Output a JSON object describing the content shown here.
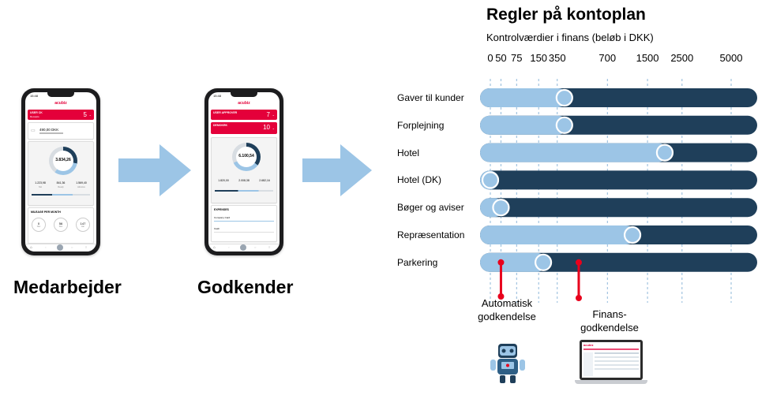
{
  "left_flow": {
    "employee_label": "Medarbejder",
    "approver_label": "Godkender"
  },
  "phone_employee": {
    "status_time": "15:48",
    "brand": "acubiz",
    "bar_title": "USER CK",
    "bar_sub": "Receipts",
    "bar_count": "5",
    "amount": "490,00 DKK",
    "donut_value": "3.834,26",
    "stat_values": [
      "1.223,98",
      "841,36",
      "1.569,40"
    ],
    "stat_labels": [
      "Not",
      "Ready",
      "Advance"
    ],
    "mileage_title": "MILEAGE PER MONTH",
    "circles": [
      "0",
      "56",
      "147"
    ],
    "circle_labels": [
      "Nov",
      "Dec",
      "Jan"
    ]
  },
  "phone_approver": {
    "status_time": "15:48",
    "brand": "acubiz",
    "bar1_title": "USER APPROVER",
    "bar1_count": "7",
    "bar2_title": "DEMOKRK",
    "bar2_count": "10",
    "donut_value": "6.100,54",
    "stat_values": [
      "1.820,00",
      "2.008,38",
      "2.682,16"
    ],
    "expenses_title": "EXPENSES",
    "expense_rows": [
      "Company Card",
      "Cash"
    ]
  },
  "chart_data": {
    "type": "range-bars",
    "title": "Regler på kontoplan",
    "subtitle": "Kontrolværdier i finans (beløb i DKK)",
    "scale_ticks": [
      "0",
      "50",
      "75",
      "150",
      "350",
      "700",
      "1500",
      "2500",
      "5000"
    ],
    "scale_fractions": [
      0.0,
      0.04,
      0.099,
      0.182,
      0.252,
      0.441,
      0.592,
      0.722,
      0.907
    ],
    "categories": [
      "Gaver til kunder",
      "Forplejning",
      "Hotel",
      "Hotel (DK)",
      "Bøger og aviser",
      "Repræsentation",
      "Parkering"
    ],
    "marker_values": [
      400,
      400,
      2000,
      0,
      50,
      1200,
      200
    ],
    "light_color": "#9cc5e6",
    "dark_color": "#1f3f5a",
    "thresholds": [
      {
        "row": "Parkering",
        "value": 50,
        "label": "Automatisk godkendelse"
      },
      {
        "row": "Parkering",
        "value": 500,
        "label": "Finans-godkendelse"
      }
    ],
    "threshold_color": "#e8001c"
  },
  "laptop": {
    "brand": "acubiz"
  }
}
